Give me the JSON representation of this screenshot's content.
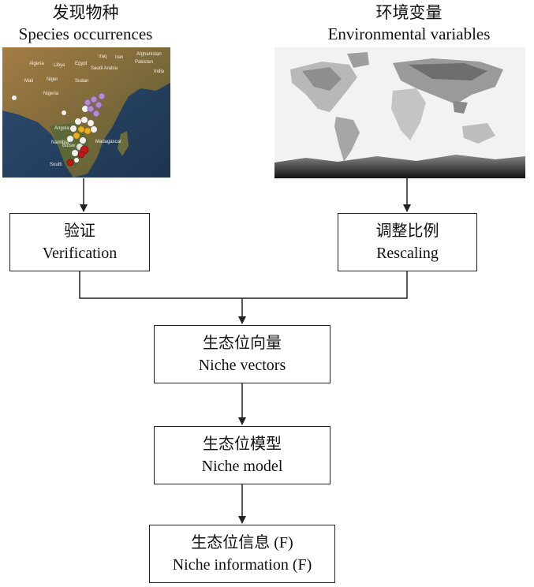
{
  "species": {
    "title_zh": "发现物种",
    "title_en": "Species occurrences"
  },
  "environment": {
    "title_zh": "环境变量",
    "title_en": "Environmental variables"
  },
  "steps": {
    "verification": {
      "zh": "验证",
      "en": "Verification"
    },
    "rescaling": {
      "zh": "调整比例",
      "en": "Rescaling"
    },
    "niche_vectors": {
      "zh": "生态位向量",
      "en": "Niche vectors"
    },
    "niche_model": {
      "zh": "生态位模型",
      "en": "Niche model"
    },
    "niche_information": {
      "zh": "生态位信息 (F)",
      "en": "Niche information (F)"
    }
  },
  "map_labels": [
    "Algeria",
    "Libya",
    "Egypt",
    "Iraq",
    "Iran",
    "Afghanistan",
    "Pakistan",
    "Saudi Arabia",
    "India",
    "Mali",
    "Niger",
    "Sudan",
    "Nigeria",
    "Angola",
    "Namibia",
    "Botsw",
    "Madagascar",
    "South"
  ],
  "colors": {
    "line": "#222222",
    "ocean": "#2b4a6b",
    "land": "#8a6a3c",
    "occ_white": "#f2f2f2",
    "occ_purple": "#b48ad0",
    "occ_yellow": "#e8b020",
    "occ_red": "#c01818"
  }
}
